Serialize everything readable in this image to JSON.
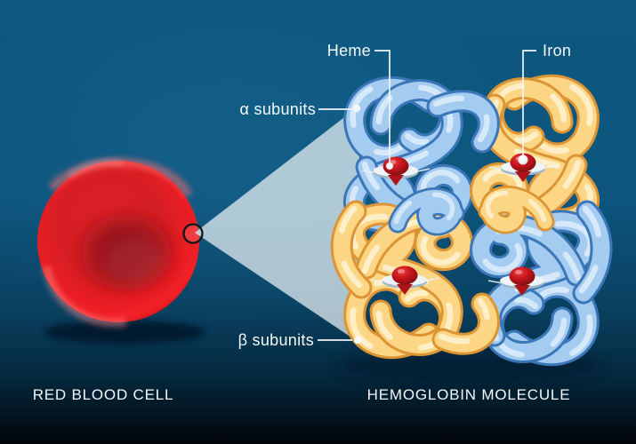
{
  "figure": {
    "left_caption": "RED BLOOD CELL",
    "right_caption": "HEMOGLOBIN MOLECULE",
    "labels": {
      "heme": "Heme",
      "iron": "Iron",
      "alpha_subunits": "α subunits",
      "beta_subunits": "β subunits"
    }
  },
  "colors": {
    "background_top": "#0D5880",
    "background_bottom": "#010508",
    "cell_red": "#DC1B21",
    "zoom_cone": "#E1EBF0",
    "alpha_subunit_blue": "#A4CBF0",
    "beta_subunit_yellow": "#FBD488",
    "heme_red": "#C9161D",
    "iron_white": "#FFFFFF",
    "label_text": "#F4F8FA"
  }
}
